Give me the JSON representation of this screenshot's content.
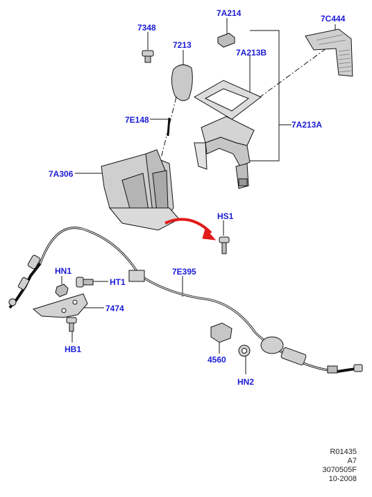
{
  "labels": {
    "p7A214": "7A214",
    "p7C444": "7C444",
    "p7348": "7348",
    "p7213": "7213",
    "p7A213B": "7A213B",
    "p7E148": "7E148",
    "p7A213A": "7A213A",
    "p7A306": "7A306",
    "pHS1": "HS1",
    "pHN1": "HN1",
    "pHT1": "HT1",
    "p7E395": "7E395",
    "p7474": "7474",
    "pHB1": "HB1",
    "p4560": "4560",
    "pHN2": "HN2"
  },
  "reference": {
    "line1": "R01435",
    "line2": "A7",
    "line3": "3070505F",
    "line4": "10-2008"
  },
  "colors": {
    "label": "#1a1ad6",
    "arrow": "#e21a1a",
    "line": "#111111",
    "part_fill": "#d9d9d9"
  }
}
